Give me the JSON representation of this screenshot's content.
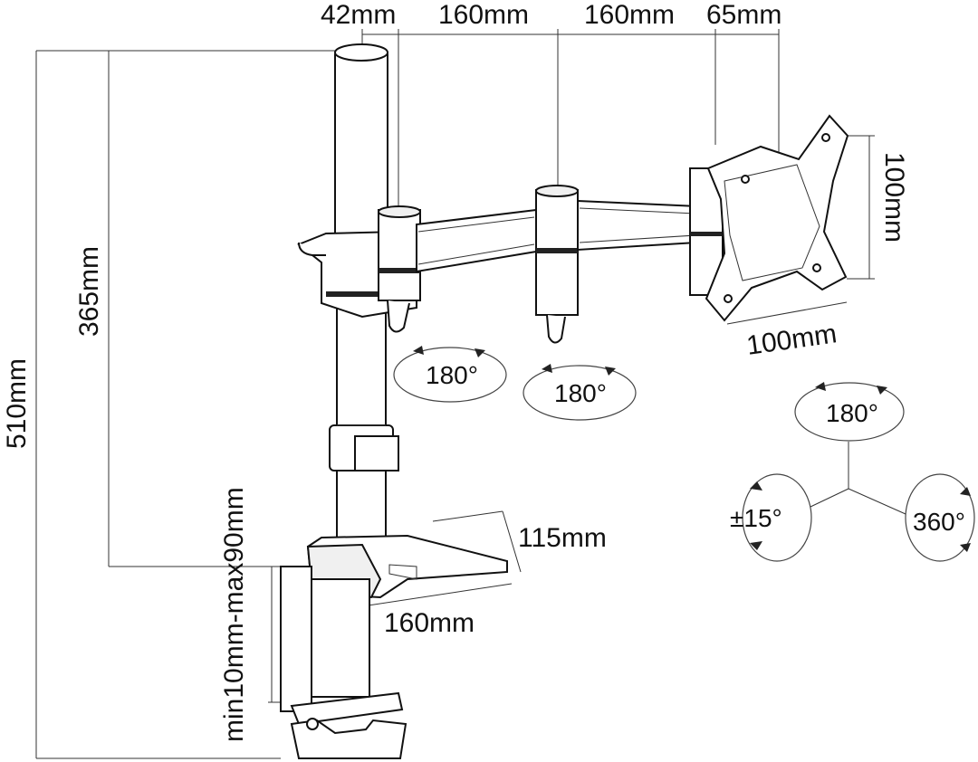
{
  "dimensions": {
    "top_42": "42mm",
    "top_160a": "160mm",
    "top_160b": "160mm",
    "top_65": "65mm",
    "plate_h": "100mm",
    "plate_w": "100mm",
    "pole_365": "365mm",
    "total_510": "510mm",
    "clamp_range": "min10mm-max90mm",
    "base_115": "115mm",
    "base_160": "160mm"
  },
  "rotations": {
    "arm1": "180°",
    "arm2": "180°",
    "head_swivel": "180°",
    "tilt": "±15°",
    "rotate": "360°"
  }
}
